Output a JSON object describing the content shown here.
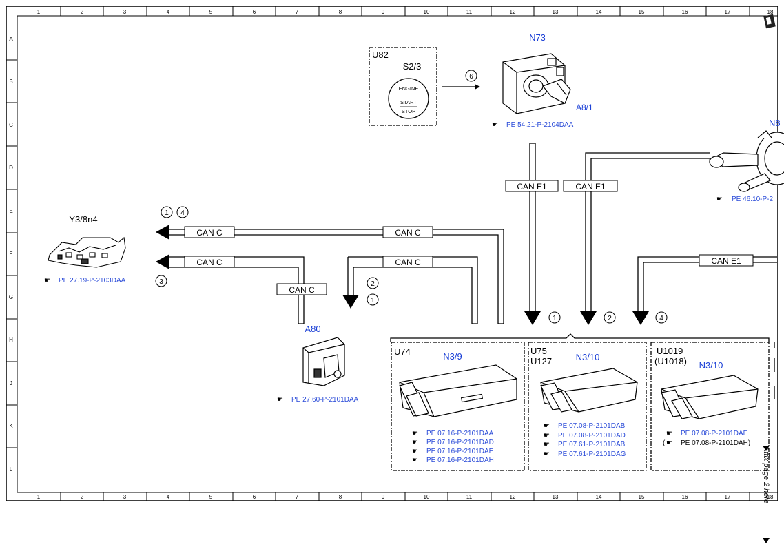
{
  "grid": {
    "columns": [
      "1",
      "2",
      "3",
      "4",
      "5",
      "6",
      "7",
      "8",
      "9",
      "10",
      "11",
      "12",
      "13",
      "14",
      "15",
      "16",
      "17",
      "18"
    ],
    "rows": [
      "A",
      "B",
      "C",
      "D",
      "E",
      "F",
      "G",
      "H",
      "J",
      "K",
      "L"
    ]
  },
  "components": {
    "u82": {
      "group": "U82",
      "label": "S2/3",
      "button_top": "ENGINE",
      "button_mid": "START",
      "button_bot": "STOP"
    },
    "n73": {
      "label": "N73",
      "sublabel": "A8/1",
      "ref": "PE 54.21-P-2104DAA"
    },
    "n8": {
      "label": "N8",
      "ref": "PE 46.10-P-2"
    },
    "y3": {
      "label": "Y3/8n4",
      "ref": "PE 27.19-P-2103DAA"
    },
    "a80": {
      "label": "A80",
      "ref": "PE 27.60-P-2101DAA"
    },
    "n39": {
      "group": "U74",
      "label": "N3/9",
      "refs": [
        "PE 07.16-P-2101DAA",
        "PE 07.16-P-2101DAD",
        "PE 07.16-P-2101DAE",
        "PE 07.16-P-2101DAH"
      ]
    },
    "n310a": {
      "group1": "U75",
      "group2": "U127",
      "label": "N3/10",
      "refs": [
        "PE 07.08-P-2101DAB",
        "PE 07.08-P-2101DAD",
        "PE 07.61-P-2101DAB",
        "PE 07.61-P-2101DAG"
      ]
    },
    "n310b": {
      "group1": "U1019",
      "group2": "(U1018)",
      "label": "N3/10",
      "ref1": "PE 07.08-P-2101DAE",
      "ref2_prefix": "(",
      "ref2": "PE 07.08-P-2101DAH)"
    }
  },
  "buses": {
    "can_c": "CAN C",
    "can_e1": "CAN E1"
  },
  "markers": [
    "1",
    "2",
    "3",
    "4",
    "6"
  ],
  "side_note": "Affix page 2 here"
}
